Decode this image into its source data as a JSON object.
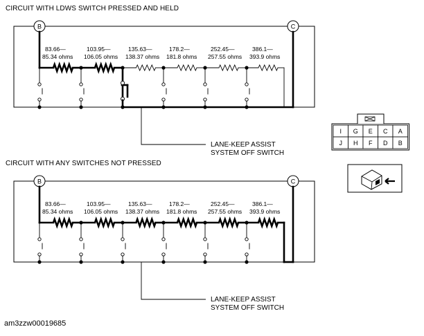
{
  "circuits": [
    {
      "title": "CIRCUIT WITH LDWS SWITCH PRESSED AND HELD",
      "node_left": "B",
      "node_right": "C",
      "callout_line1": "LANE-KEEP ASSIST",
      "callout_line2": "SYSTEM OFF SWITCH",
      "resistors": [
        {
          "range": "83.66—",
          "range2": "85.34 ohms",
          "active": true
        },
        {
          "range": "103.95—",
          "range2": "106.05 ohms",
          "active": true
        },
        {
          "range": "135.63—",
          "range2": "138.37 ohms",
          "active": false
        },
        {
          "range": "178.2—",
          "range2": "181.8 ohms",
          "active": false
        },
        {
          "range": "252.45—",
          "range2": "257.55 ohms",
          "active": false
        },
        {
          "range": "386.1—",
          "range2": "393.9 ohms",
          "active": false
        }
      ],
      "pressed_switch_index": 2
    },
    {
      "title": "CIRCUIT WITH ANY SWITCHES NOT PRESSED",
      "node_left": "B",
      "node_right": "C",
      "callout_line1": "LANE-KEEP ASSIST",
      "callout_line2": "SYSTEM OFF SWITCH",
      "resistors": [
        {
          "range": "83.66—",
          "range2": "85.34 ohms",
          "active": true
        },
        {
          "range": "103.95—",
          "range2": "106.05 ohms",
          "active": true
        },
        {
          "range": "135.63—",
          "range2": "138.37 ohms",
          "active": true
        },
        {
          "range": "178.2—",
          "range2": "181.8 ohms",
          "active": true
        },
        {
          "range": "252.45—",
          "range2": "257.55 ohms",
          "active": true
        },
        {
          "range": "386.1—",
          "range2": "393.9 ohms",
          "active": true
        }
      ],
      "pressed_switch_index": -1
    }
  ],
  "connector": {
    "row1": [
      "I",
      "G",
      "E",
      "C",
      "A"
    ],
    "row2": [
      "J",
      "H",
      "F",
      "D",
      "B"
    ]
  },
  "footer_id": "am3zzw00019685"
}
